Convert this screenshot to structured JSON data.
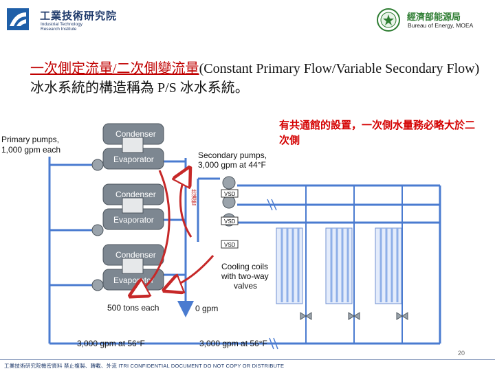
{
  "header": {
    "org_name": "工業技術研究院",
    "org_name_en_line1": "Industrial Technology",
    "org_name_en_line2": "Research Institute",
    "bureau_name": "經濟部能源局",
    "bureau_name_en": "Bureau of Energy, MOEA"
  },
  "slide": {
    "title_accent": "一次側定流量/二次側變流量",
    "title_rest": "(Constant Primary Flow/Variable Secondary Flow)冰水系統的構造稱為 P/S 冰水系統。",
    "callout": "有共通館的設置，一次側水量務必略大於二次側",
    "page_number": "20"
  },
  "diagram": {
    "primary_pumps_line1": "Primary pumps,",
    "primary_pumps_line2": "1,000 gpm each",
    "secondary_pumps_line1": "Secondary pumps,",
    "secondary_pumps_line2": "3,000 gpm at 44°F",
    "condenser_label": "Condenser",
    "evaporator_label": "Evaporator",
    "vsd_label": "VSD",
    "cooling_coils_line1": "Cooling coils",
    "cooling_coils_line2": "with two-way",
    "cooling_coils_line3": "valves",
    "chiller_capacity": "500 tons each",
    "bypass_flow": "0 gpm",
    "supply_flow": "3,000 gpm at 56°F",
    "return_flow": "3,000 gpm at 56°F",
    "bypass_label": "共通管"
  },
  "footer": {
    "confidential": "工業技術研究院機密資料 禁止複製、轉載、外流 ITRI CONFIDENTIAL DOCUMENT DO NOT COPY OR DISTRIBUTE"
  },
  "colors": {
    "accent_red": "#c00000",
    "callout_red": "#d40000",
    "pipe_blue": "#4a7bd0",
    "coil_blue": "#8fb0e8",
    "chiller_gray": "#7d8791",
    "itri_blue": "#1f3a6b",
    "boe_green": "#2e7d32"
  }
}
